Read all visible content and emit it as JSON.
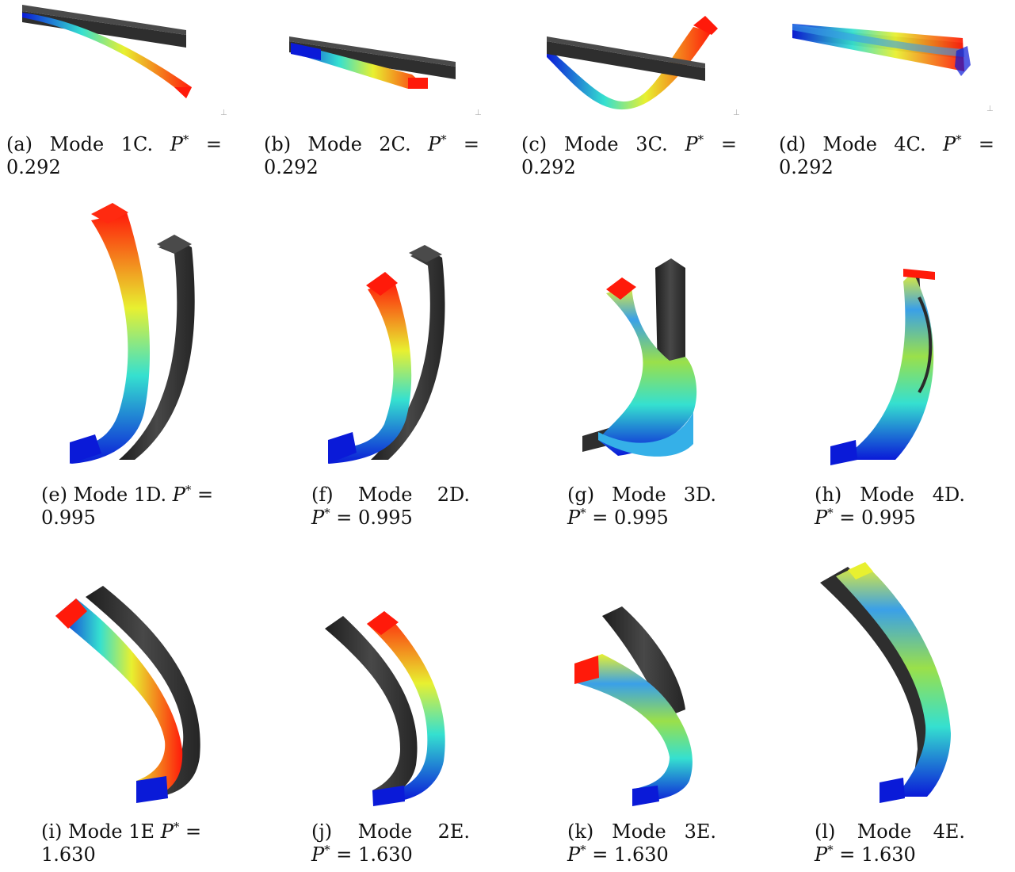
{
  "colors": {
    "gray": "#2e2e2e",
    "gray_light": "#4a4a4a",
    "cold": "#0a1ad8",
    "mid": "#35e0d0",
    "warm": "#e8f030",
    "hot": "#ff1a0a"
  },
  "panels": [
    {
      "id": "a",
      "label": "(a)",
      "name": "Mode",
      "mode": "1C.",
      "var": "P",
      "sup": "*",
      "eq": "=",
      "value": "0.292"
    },
    {
      "id": "b",
      "label": "(b)",
      "name": "Mode",
      "mode": "2C.",
      "var": "P",
      "sup": "*",
      "eq": "=",
      "value": "0.292"
    },
    {
      "id": "c",
      "label": "(c)",
      "name": "Mode",
      "mode": "3C.",
      "var": "P",
      "sup": "*",
      "eq": "=",
      "value": "0.292"
    },
    {
      "id": "d",
      "label": "(d)",
      "name": "Mode",
      "mode": "4C.",
      "var": "P",
      "sup": "*",
      "eq": "=",
      "value": "0.292"
    },
    {
      "id": "e",
      "label": "(e)",
      "name": "Mode",
      "mode": "1D.",
      "var": "P",
      "sup": "*",
      "eq": "=",
      "value": "0.995"
    },
    {
      "id": "f",
      "label": "(f)",
      "name": "Mode",
      "mode": "2D.",
      "var": "P",
      "sup": "*",
      "eq": "=",
      "value": "0.995"
    },
    {
      "id": "g",
      "label": "(g)",
      "name": "Mode",
      "mode": "3D.",
      "var": "P",
      "sup": "*",
      "eq": "=",
      "value": "0.995"
    },
    {
      "id": "h",
      "label": "(h)",
      "name": "Mode",
      "mode": "4D.",
      "var": "P",
      "sup": "*",
      "eq": "=",
      "value": "0.995"
    },
    {
      "id": "i",
      "label": "(i)",
      "name": "Mode",
      "mode": "1E",
      "var": "P",
      "sup": "*",
      "eq": "=",
      "value": "1.630"
    },
    {
      "id": "j",
      "label": "(j)",
      "name": "Mode",
      "mode": "2E.",
      "var": "P",
      "sup": "*",
      "eq": "=",
      "value": "1.630"
    },
    {
      "id": "k",
      "label": "(k)",
      "name": "Mode",
      "mode": "3E.",
      "var": "P",
      "sup": "*",
      "eq": "=",
      "value": "1.630"
    },
    {
      "id": "l",
      "label": "(l)",
      "name": "Mode",
      "mode": "4E.",
      "var": "P",
      "sup": "*",
      "eq": "=",
      "value": "1.630"
    }
  ]
}
